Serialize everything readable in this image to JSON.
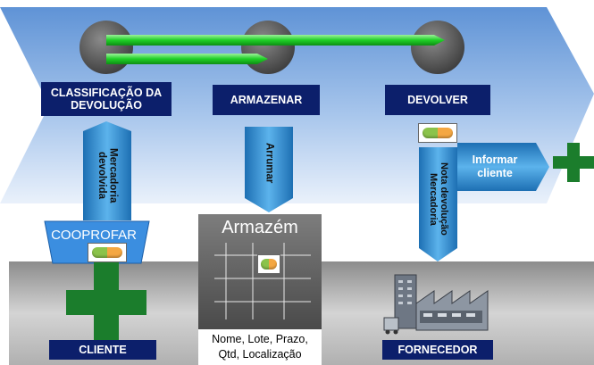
{
  "steps": {
    "classificacao": "CLASSIFICAÇÃO DA DEVOLUÇÃO",
    "armazenar": "ARMAZENAR",
    "devolver": "DEVOLVER"
  },
  "arrows": {
    "mercadoria_devolvida": "Mercadoria devolvida",
    "arrumar": "Arrumar",
    "nota_devolucao": "Nota devolução Mercadoria",
    "informar_cliente": "Informar cliente"
  },
  "coopprofar": "COOPROFAR",
  "warehouse": {
    "title": "Armazém",
    "caption_line1": "Nome, Lote, Prazo,",
    "caption_line2": "Qtd, Localização"
  },
  "actors": {
    "cliente": "CLIENTE",
    "fornecedor": "FORNECEDOR"
  },
  "colors": {
    "navy": "#0c1f6b",
    "sky": "#6a99d8",
    "arrow_blue": "#2f8fd0",
    "green_cross": "#1b7d2c",
    "bright_green": "#27d12a"
  }
}
